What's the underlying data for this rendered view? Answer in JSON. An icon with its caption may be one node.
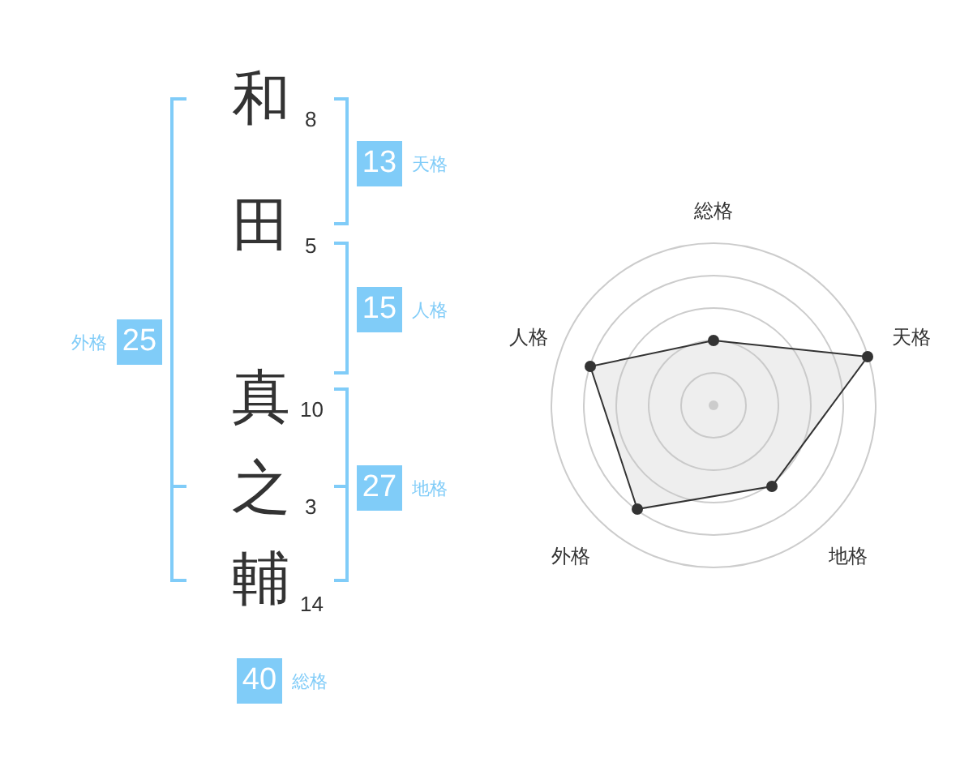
{
  "diagram": {
    "nodes": [
      {
        "text": [
          "13"
        ],
        "beside": [
          "天格"
        ]
      },
      {
        "text": [
          "15"
        ],
        "beside": [
          "人格"
        ]
      },
      {
        "text": [
          "25"
        ],
        "beside": [
          "外格"
        ]
      },
      {
        "text": [
          "27"
        ],
        "beside": [
          "地格"
        ]
      },
      {
        "text": [
          "40"
        ],
        "beside": [
          "総格"
        ]
      }
    ],
    "labels": [
      "和",
      "8",
      "田",
      "5",
      "真",
      "10",
      "之",
      "3",
      "輔",
      "14",
      "総格",
      "人格",
      "天格",
      "外格",
      "地格"
    ]
  }
}
